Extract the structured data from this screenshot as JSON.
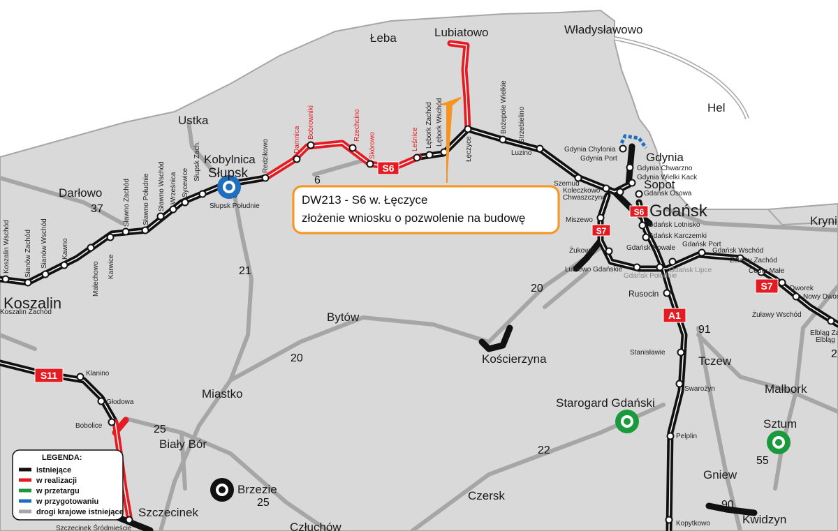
{
  "cities": {
    "leba": "Łeba",
    "lubiatowo": "Lubiatowo",
    "wladyslawowo": "Władysławowo",
    "hel": "Hel",
    "ustka": "Ustka",
    "kobylnica": "Kobylnica",
    "slupsk": "Słupsk",
    "darlowo": "Darłowo",
    "koszalin": "Koszalin",
    "gdynia": "Gdynia",
    "sopot": "Sopot",
    "gdansk": "Gdańsk",
    "krynica": "Kryni",
    "bytow": "Bytów",
    "koscierzyna": "Kościerzyna",
    "miastko": "Miastko",
    "bialy_bor": "Biały Bór",
    "brzezie": "Brzezie",
    "szczecinek": "Szczecinek",
    "czluchow": "Człuchów",
    "czersk": "Czersk",
    "starogard": "Starogard Gdański",
    "tczew": "Tczew",
    "malbork": "Malbork",
    "sztum": "Sztum",
    "gniew": "Gniew",
    "kwidzyn": "Kwidzyn",
    "rusocin": "Rusocin"
  },
  "road_numbers": {
    "r6": "6",
    "r37": "37",
    "r21": "21",
    "r20a": "20",
    "r20b": "20",
    "r25a": "25",
    "r25b": "25",
    "r22": "22",
    "r91": "91",
    "r55": "55",
    "r90": "90",
    "r2": "2"
  },
  "shields": {
    "s6a": "S6",
    "s6b": "S6",
    "s7a": "S7",
    "s7b": "S7",
    "s11": "S11",
    "a1": "A1"
  },
  "stations_black": {
    "koszalin_wsch": "Koszalin Wschód",
    "sianow_zach": "Sianów Zachód",
    "sianow_wsch": "Sianów Wschód",
    "kawno": "Kawno",
    "malechowo": "Malechowo",
    "karwice": "Karwice",
    "slawno_zach": "Sławno Zachód",
    "slawno_pol": "Sławno Południe",
    "slawno_wsch": "Sławno Wschód",
    "wresnica": "Wrześnica",
    "sycewice": "Sycewice",
    "slupsk_zach": "Słupsk Zach.",
    "slupsk_pol": "Słupsk Południe",
    "redzikowo": "Redzikowo",
    "lebork_zach": "Lębork Zachód",
    "lebork_wsch": "Lębork Wschód",
    "leczyce": "Łęczyce",
    "bozepole": "Bożepole Wielkie",
    "strzebielino": "Strzebielino",
    "luzino": "Luzino",
    "szemud": "Szemud",
    "koleczkowo": "Koleczkowo",
    "chwaszczyno": "Chwaszczyno",
    "gdynia_chylonia": "Gdynia Chylonia",
    "gdynia_port": "Gdynia Port",
    "gdynia_chwarzno": "Gdynia Chwarzno",
    "gdynia_wk": "Gdynia Wielki Kack",
    "gdansk_osowa": "Gdańsk Osowa",
    "miszewo": "Miszewo",
    "gdansk_lotnisko": "Gdańsk Lotnisko",
    "gdansk_karczemki": "Gdańsk Karczemki",
    "gdansk_kowale": "Gdańsk Kowale",
    "gdansk_port": "Gdańsk Port",
    "gdansk_wsch": "Gdańsk Wschód",
    "zulawy_zach": "Żuławy Zachód",
    "cedry": "Cedry Małe",
    "dworek": "Dworek",
    "nowy_dwor": "Nowy Dwór",
    "zulawy_wsch": "Żuławy Wschód",
    "elblag_zach": "Elbląg Zach.",
    "elblag": "Elbląg",
    "zukowo": "Żukowo",
    "lublewo": "Lublewo Gdańskie",
    "stanislawie": "Stanisławie",
    "swarozyn": "Swarożyn",
    "pelpin": "Pelplin",
    "kopytkowo": "Kopytkowo",
    "klanino": "Klanino",
    "glodowa": "Głodowa",
    "bobolice": "Bobolice",
    "szczecinek_srod": "Szczecinek Śródmieście",
    "koszalin_zach": "Koszalin Zachód"
  },
  "stations_red": {
    "damnica": "Damnica",
    "bobrowniki": "Bobrowniki",
    "rzechcino": "Rzechcino",
    "skorowo": "Skórowo",
    "lesnice": "Leśnice"
  },
  "stations_grey": {
    "gdansk_poludnie": "Gdańsk Południe",
    "gdansk_lipce": "Gdańsk Lipce"
  },
  "callout": {
    "line1": "DW213 - S6 w. Łęczyce",
    "line2": "złożenie wniosku o pozwolenie na budowę"
  },
  "legend": {
    "title": "LEGENDA:",
    "items": [
      {
        "label": "istniejące",
        "color": "#111111"
      },
      {
        "label": "w realizacji",
        "color": "#e31b23"
      },
      {
        "label": "w przetargu",
        "color": "#1a9a3c"
      },
      {
        "label": "w przygotowaniu",
        "color": "#1f6fbf"
      },
      {
        "label": "drogi krajowe istniejące",
        "color": "#a6a6a6"
      }
    ]
  },
  "colors": {
    "land": "#d9d9d9",
    "sea": "#ffffff",
    "existing": "#111111",
    "in_progress": "#e31b23",
    "tender": "#1a9a3c",
    "preparation": "#1f6fbf",
    "national": "#a6a6a6",
    "callout_border": "#f7941d"
  }
}
